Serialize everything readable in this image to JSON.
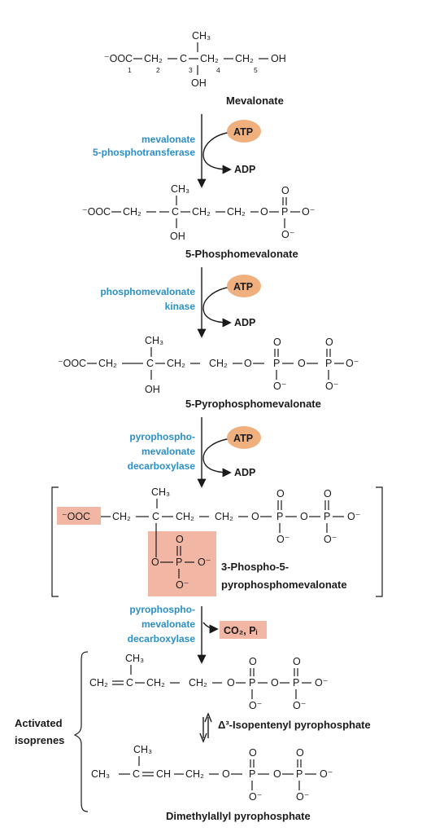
{
  "colors": {
    "enzyme": "#2a8fc8",
    "atp_fill": "#f0b07e",
    "highlight": "#f2b6a4",
    "text": "#1a1a1a"
  },
  "mevalonate": {
    "name": "Mevalonate",
    "ch3": "CH₃",
    "ooc": "⁻OOC",
    "ch2a": "CH₂",
    "c": "C",
    "ch2b": "CH₂",
    "ch2c": "CH₂",
    "oh_end": "OH",
    "oh": "OH",
    "numbers": [
      "1",
      "2",
      "3",
      "4",
      "5"
    ]
  },
  "step1": {
    "enzyme_line1": "mevalonate",
    "enzyme_line2": "5-phosphotransferase",
    "atp": "ATP",
    "adp": "ADP"
  },
  "phosphomevalonate": {
    "name": "5-Phosphomevalonate",
    "ch3": "CH₃",
    "ooc": "⁻OOC",
    "ch2a": "CH₂",
    "c": "C",
    "ch2b": "CH₂",
    "ch2c": "CH₂",
    "o": "O",
    "p": "P",
    "o_minus": "O⁻",
    "o_top": "O",
    "o_bottom": "O⁻",
    "oh": "OH"
  },
  "step2": {
    "enzyme_line1": "phosphomevalonate",
    "enzyme_line2": "kinase",
    "atp": "ATP",
    "adp": "ADP"
  },
  "pyrophosphomevalonate": {
    "name": "5-Pyrophosphomevalonate",
    "ch3": "CH₃",
    "ooc": "⁻OOC",
    "ch2a": "CH₂",
    "c": "C",
    "ch2b": "CH₂",
    "ch2c": "CH₂",
    "o1": "O",
    "p1": "P",
    "o2": "O",
    "p2": "P",
    "o_minus": "O⁻",
    "oh": "OH"
  },
  "step3": {
    "enzyme_line1": "pyrophospho-",
    "enzyme_line2": "mevalonate",
    "enzyme_line3": "decarboxylase",
    "atp": "ATP",
    "adp": "ADP"
  },
  "phospho_pyrophosphomevalonate": {
    "name_line1": "3-Phospho-5-",
    "name_line2": "pyrophosphomevalonate",
    "ch3": "CH₃",
    "ooc": "⁻OOC",
    "ch2a": "CH₂",
    "c": "C",
    "ch2b": "CH₂",
    "ch2c": "CH₂",
    "o1": "O",
    "p1": "P",
    "o2": "O",
    "p2": "P",
    "o_minus": "O⁻",
    "phosphate_o_top": "O",
    "phosphate_o": "O",
    "phosphate_p": "P",
    "phosphate_o_minus": "O⁻",
    "phosphate_o_bottom": "O⁻"
  },
  "step4": {
    "enzyme_line1": "pyrophospho-",
    "enzyme_line2": "mevalonate",
    "enzyme_line3": "decarboxylase",
    "products": "CO₂, Pᵢ"
  },
  "isopentenyl": {
    "name": "Δ³-Isopentenyl pyrophosphate",
    "ch3": "CH₃",
    "ch2eq": "CH₂",
    "c": "C",
    "ch2a": "CH₂",
    "ch2b": "CH₂",
    "o1": "O",
    "p1": "P",
    "o2": "O",
    "p2": "P",
    "o_minus": "O⁻"
  },
  "dimethylallyl": {
    "name": "Dimethylallyl pyrophosphate",
    "ch3": "CH₃",
    "ch3left": "CH₃",
    "c": "C",
    "ch": "CH",
    "ch2": "CH₂",
    "o1": "O",
    "p1": "P",
    "o2": "O",
    "p2": "P",
    "o_minus": "O⁻"
  },
  "activated": {
    "line1": "Activated",
    "line2": "isoprenes"
  }
}
